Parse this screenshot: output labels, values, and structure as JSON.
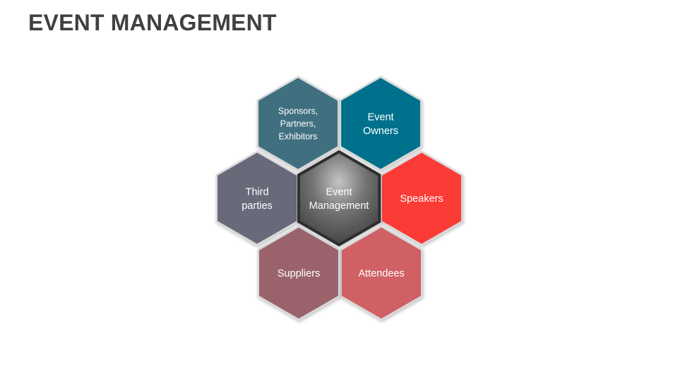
{
  "title": "EVENT MANAGEMENT",
  "center": {
    "lines": [
      "Event",
      "Management"
    ],
    "color": "#5a5a5a"
  },
  "nodes": [
    {
      "id": "sponsors",
      "lines": [
        "Sponsors,",
        "Partners,",
        "Exhibitors"
      ],
      "color": "#3f6f80"
    },
    {
      "id": "owners",
      "lines": [
        "Event",
        "Owners"
      ],
      "color": "#05718c"
    },
    {
      "id": "speakers",
      "lines": [
        "Speakers"
      ],
      "color": "#fb3a36"
    },
    {
      "id": "attendees",
      "lines": [
        "Attendees"
      ],
      "color": "#d06163"
    },
    {
      "id": "suppliers",
      "lines": [
        "Suppliers"
      ],
      "color": "#9a646c"
    },
    {
      "id": "third",
      "lines": [
        "Third",
        "parties"
      ],
      "color": "#676a7a"
    }
  ]
}
